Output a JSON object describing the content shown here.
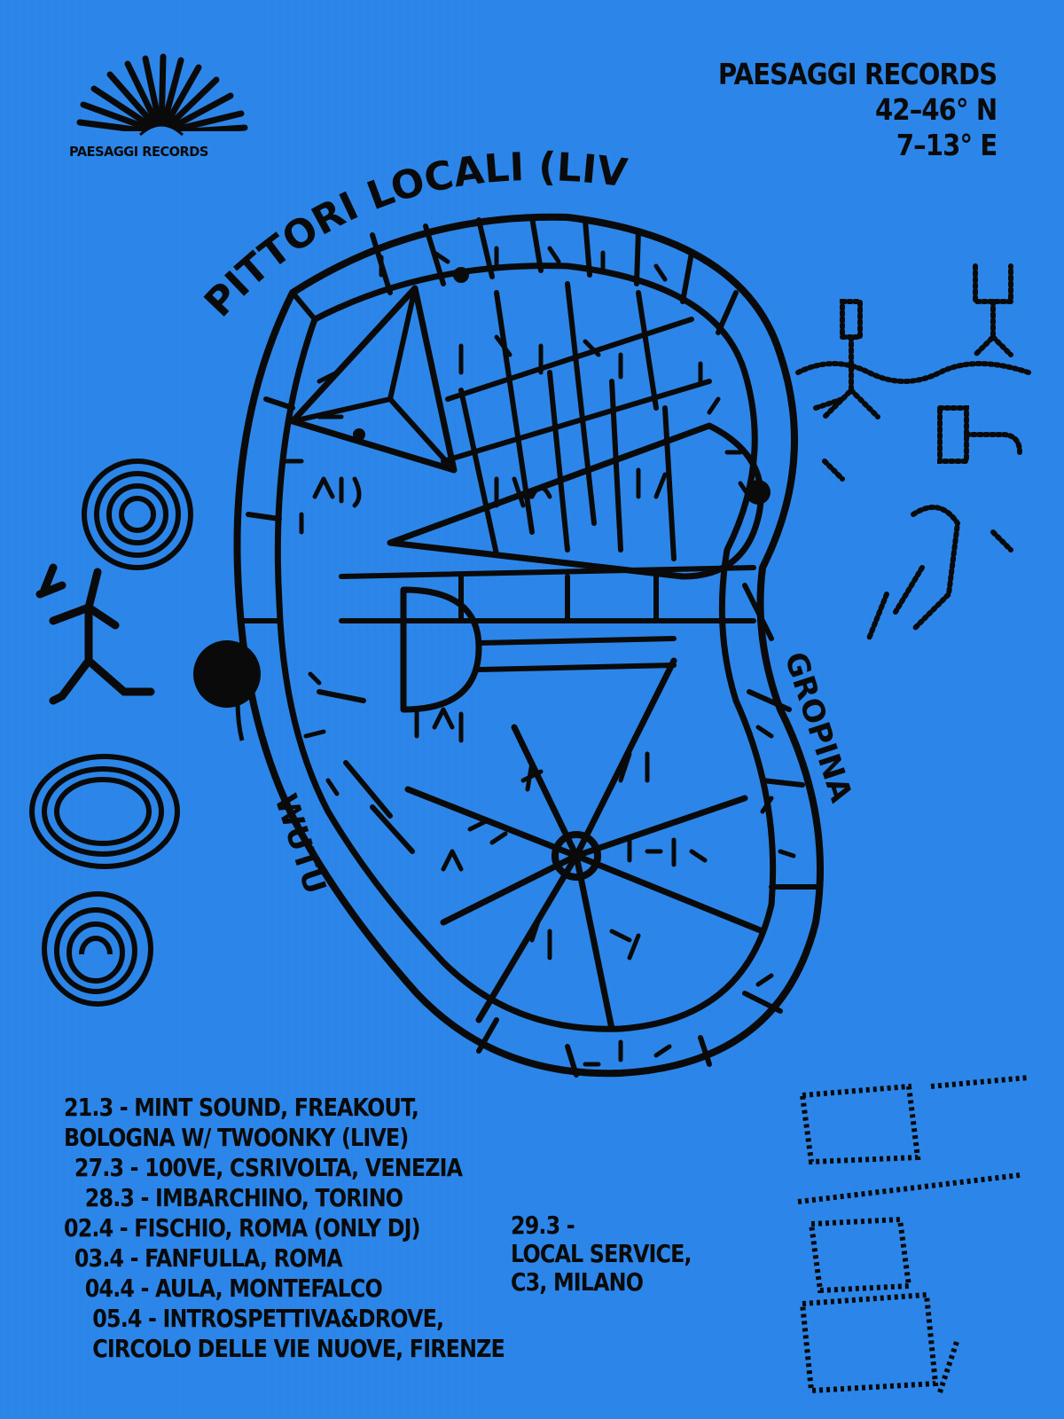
{
  "logo": {
    "text": "PAESAGGI RECORDS",
    "icon": "sunrise-rays-icon"
  },
  "header": {
    "label": "PAESAGGI RECORDS",
    "latitude": "42–46° N",
    "longitude": "7–13° E"
  },
  "title": "PITTORI LOCALI (LIVE)",
  "map_labels": {
    "right": "GROPINA",
    "left": "WUTU"
  },
  "dates": [
    "21.3 - MINT SOUND, FREAKOUT,",
    "BOLOGNA W/ TWOONKY (LIVE)",
    "27.3 - 100VE, CSRIVOLTA, VENEZIA",
    "28.3 - IMBARCHINO, TORINO",
    "02.4 - FISCHIO, ROMA (ONLY DJ)",
    "03.4 - FANFULLA, ROMA",
    "04.4 - AULA, MONTEFALCO",
    "05.4 - INTROSPETTIVA&DROVE,",
    "CIRCOLO DELLE VIE NUOVE, FIRENZE"
  ],
  "side_date": {
    "line1": "29.3 -",
    "line2": "LOCAL SERVICE,",
    "line3": "C3, MILANO"
  },
  "colors": {
    "background": "#2c86ea",
    "ink": "#0a0a0a"
  }
}
